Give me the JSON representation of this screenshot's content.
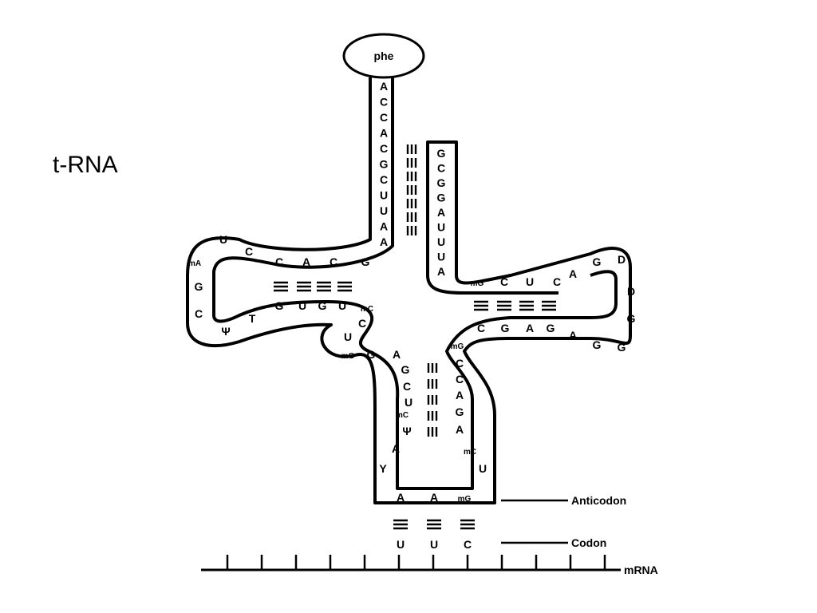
{
  "slide": {
    "title": "t-RNA"
  },
  "labels": {
    "amino_acid": "phe",
    "anticodon": "Anticodon",
    "codon": "Codon",
    "mrna": "mRNA"
  },
  "acceptor_left": [
    "A",
    "C",
    "C",
    "A",
    "C",
    "G",
    "C",
    "U",
    "U",
    "A",
    "A"
  ],
  "acceptor_right": [
    "G",
    "C",
    "G",
    "G",
    "A",
    "U",
    "U",
    "U",
    "A"
  ],
  "d_loop": [
    "G",
    "C",
    "A",
    "C",
    "C",
    "U",
    "mA",
    "G",
    "C",
    "Ψ",
    "T",
    "G",
    "U",
    "G",
    "U",
    "mC",
    "C",
    "U",
    "mG",
    "G"
  ],
  "anticodon_left": [
    "A",
    "G",
    "C",
    "U",
    "mC",
    "Ψ",
    "A",
    "Y"
  ],
  "anticodon_bottom": [
    "A",
    "A",
    "mG"
  ],
  "anticodon_right": [
    "U",
    "mC",
    "A",
    "G",
    "A",
    "C",
    "C",
    "mG"
  ],
  "t_loop_top": [
    "mG",
    "C",
    "U",
    "C",
    "A",
    "G",
    "D"
  ],
  "t_loop_right": [
    "D",
    "G",
    "G",
    "G"
  ],
  "t_loop_bottom": [
    "A",
    "G",
    "A",
    "G",
    "C"
  ],
  "codon_bases": [
    "U",
    "U",
    "C"
  ]
}
